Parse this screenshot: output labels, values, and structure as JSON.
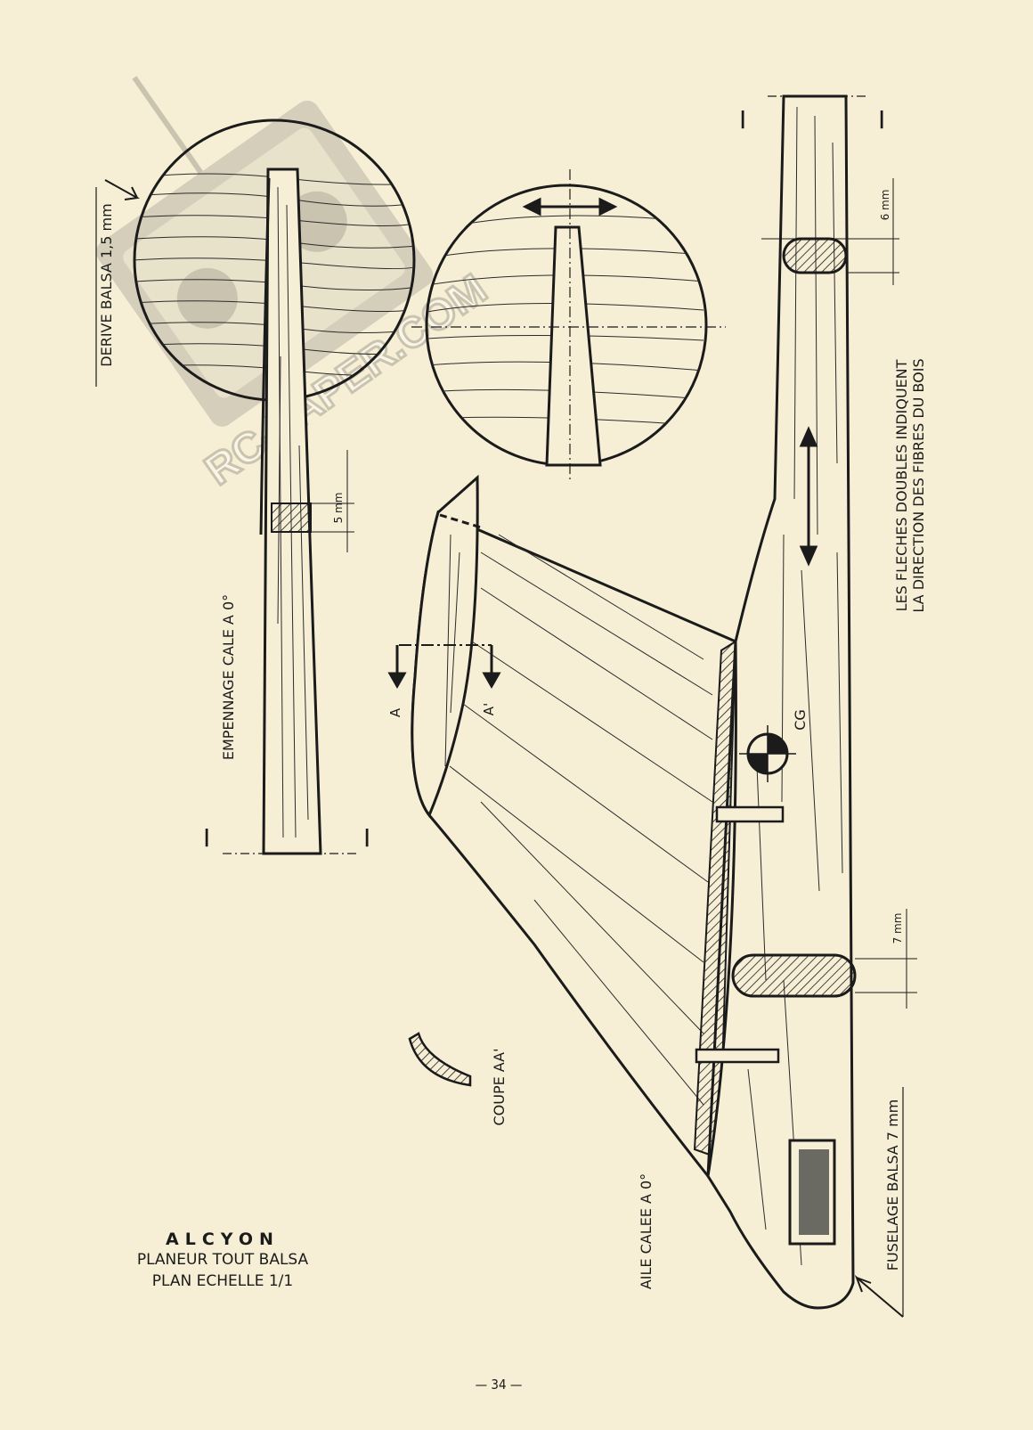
{
  "title": {
    "name": "ALCYON",
    "line1": "PLANEUR TOUT BALSA",
    "line2": "PLAN ECHELLE 1/1"
  },
  "labels": {
    "derive": "DERIVE BALSA 1,5 mm",
    "empennage": "EMPENNAGE CALE A 0°",
    "aile": "AILE CALEE A 0°",
    "coupe": "COUPE AA'",
    "fuselage": "FUSELAGE BALSA 7 mm",
    "note_line1": "LES FLECHES DOUBLES INDIQUENT",
    "note_line2": "LA DIRECTION DES FIBRES DU BOIS",
    "cg": "CG",
    "section_a": "A",
    "section_a_prime": "A'"
  },
  "section_marks": {
    "left": "I",
    "right": "I"
  },
  "dimensions": {
    "tail_slot": "5 mm",
    "fuselage_top": "6 mm",
    "fuselage_slot": "7 mm"
  },
  "watermark": "RC-PAPER.COM",
  "page_number": "— 34 —"
}
